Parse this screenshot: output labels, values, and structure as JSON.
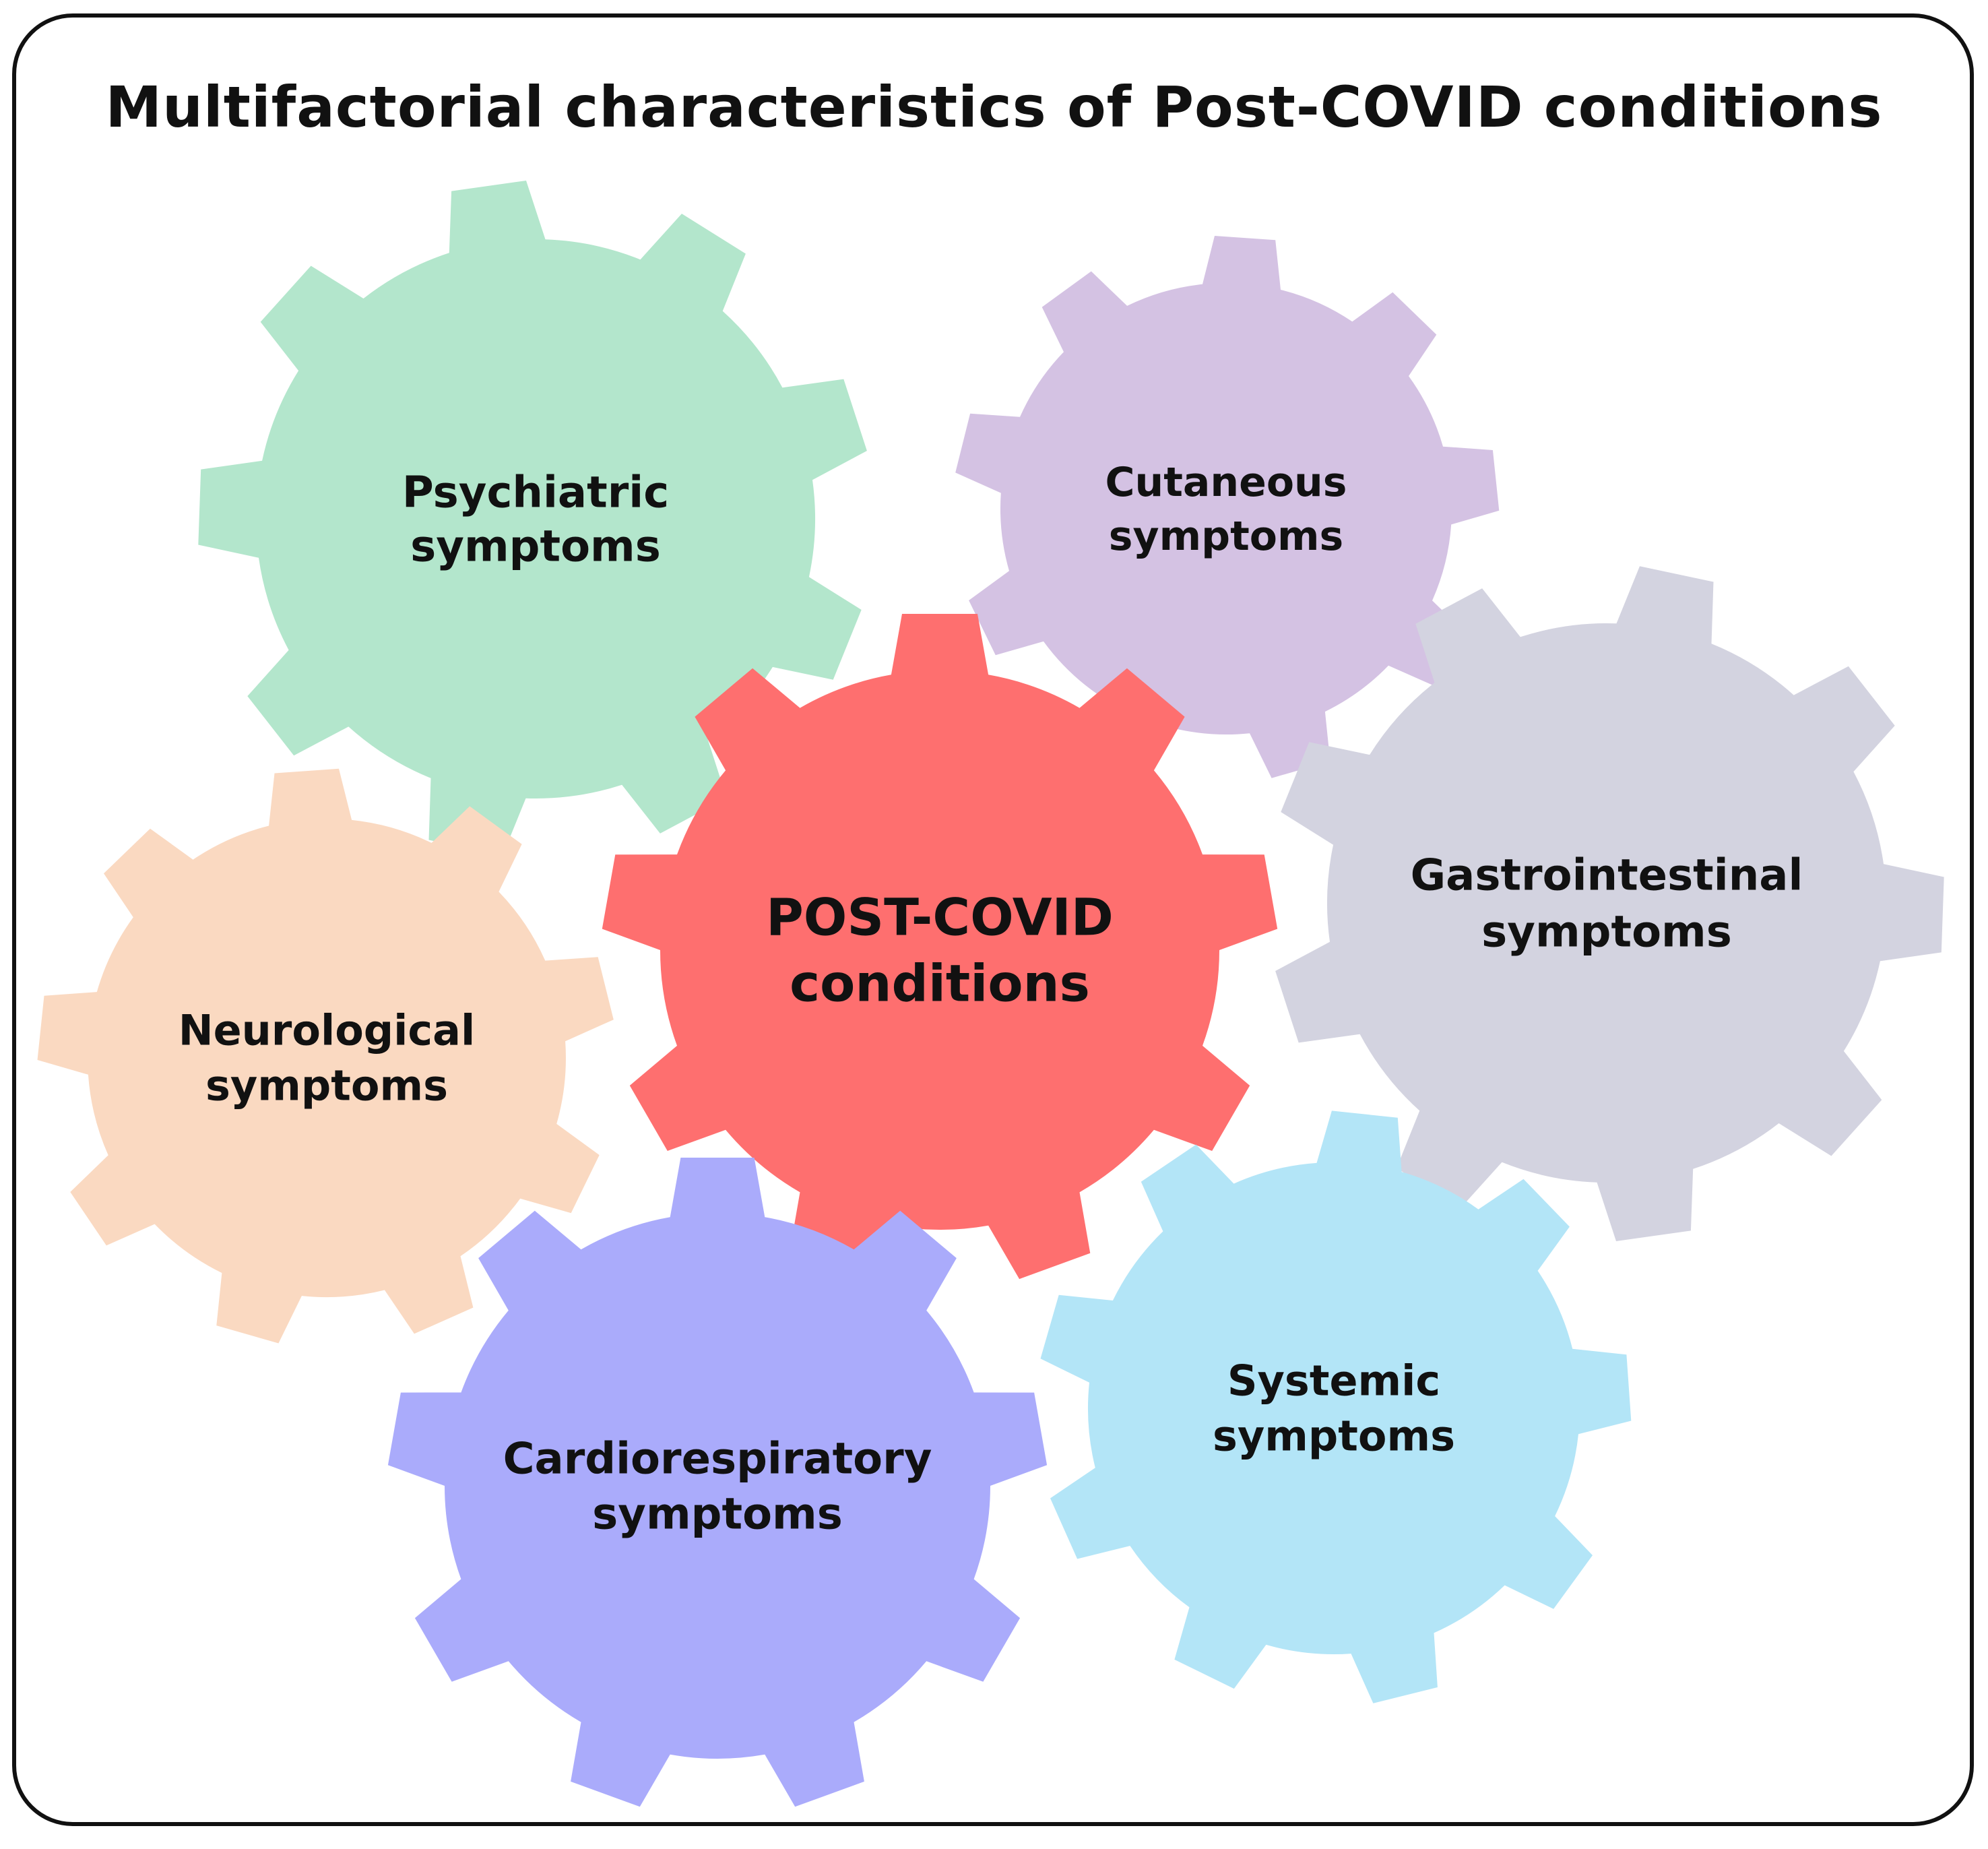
{
  "title": "Multifactorial characteristics of Post-COVID conditions",
  "gears": [
    {
      "id": "psychiatric",
      "lines": [
        "Psychiatric",
        "symptoms"
      ],
      "color": "#b3e6cc"
    },
    {
      "id": "cutaneous",
      "lines": [
        "Cutaneous",
        "symptoms"
      ],
      "color": "#d4c2e3"
    },
    {
      "id": "gastrointestinal",
      "lines": [
        "Gastrointestinal",
        "symptoms"
      ],
      "color": "#d3d3e0"
    },
    {
      "id": "post-covid",
      "lines": [
        "POST-COVID",
        "conditions"
      ],
      "color": "#fe6f6f"
    },
    {
      "id": "neurological",
      "lines": [
        "Neurological",
        "symptoms"
      ],
      "color": "#fad9c1"
    },
    {
      "id": "cardiorespiratory",
      "lines": [
        "Cardiorespiratory",
        "symptoms"
      ],
      "color": "#aaabfb"
    },
    {
      "id": "systemic",
      "lines": [
        "Systemic",
        "symptoms"
      ],
      "color": "#b3e5f7"
    }
  ]
}
